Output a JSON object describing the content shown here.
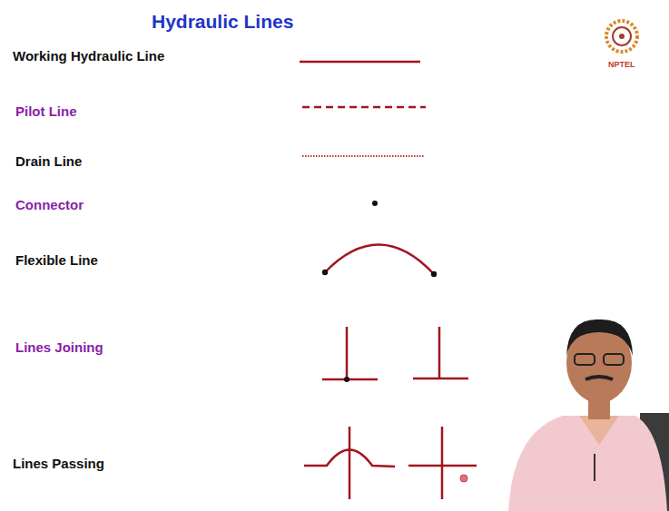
{
  "diagram": {
    "title": "Hydraulic Lines",
    "labels": [
      "NPTEL",
      "Working Hydraulic Line",
      "Pilot Line",
      "Drain Line",
      "Connector",
      "Flexible Line",
      "Lines Joining",
      "Lines Passing"
    ]
  }
}
